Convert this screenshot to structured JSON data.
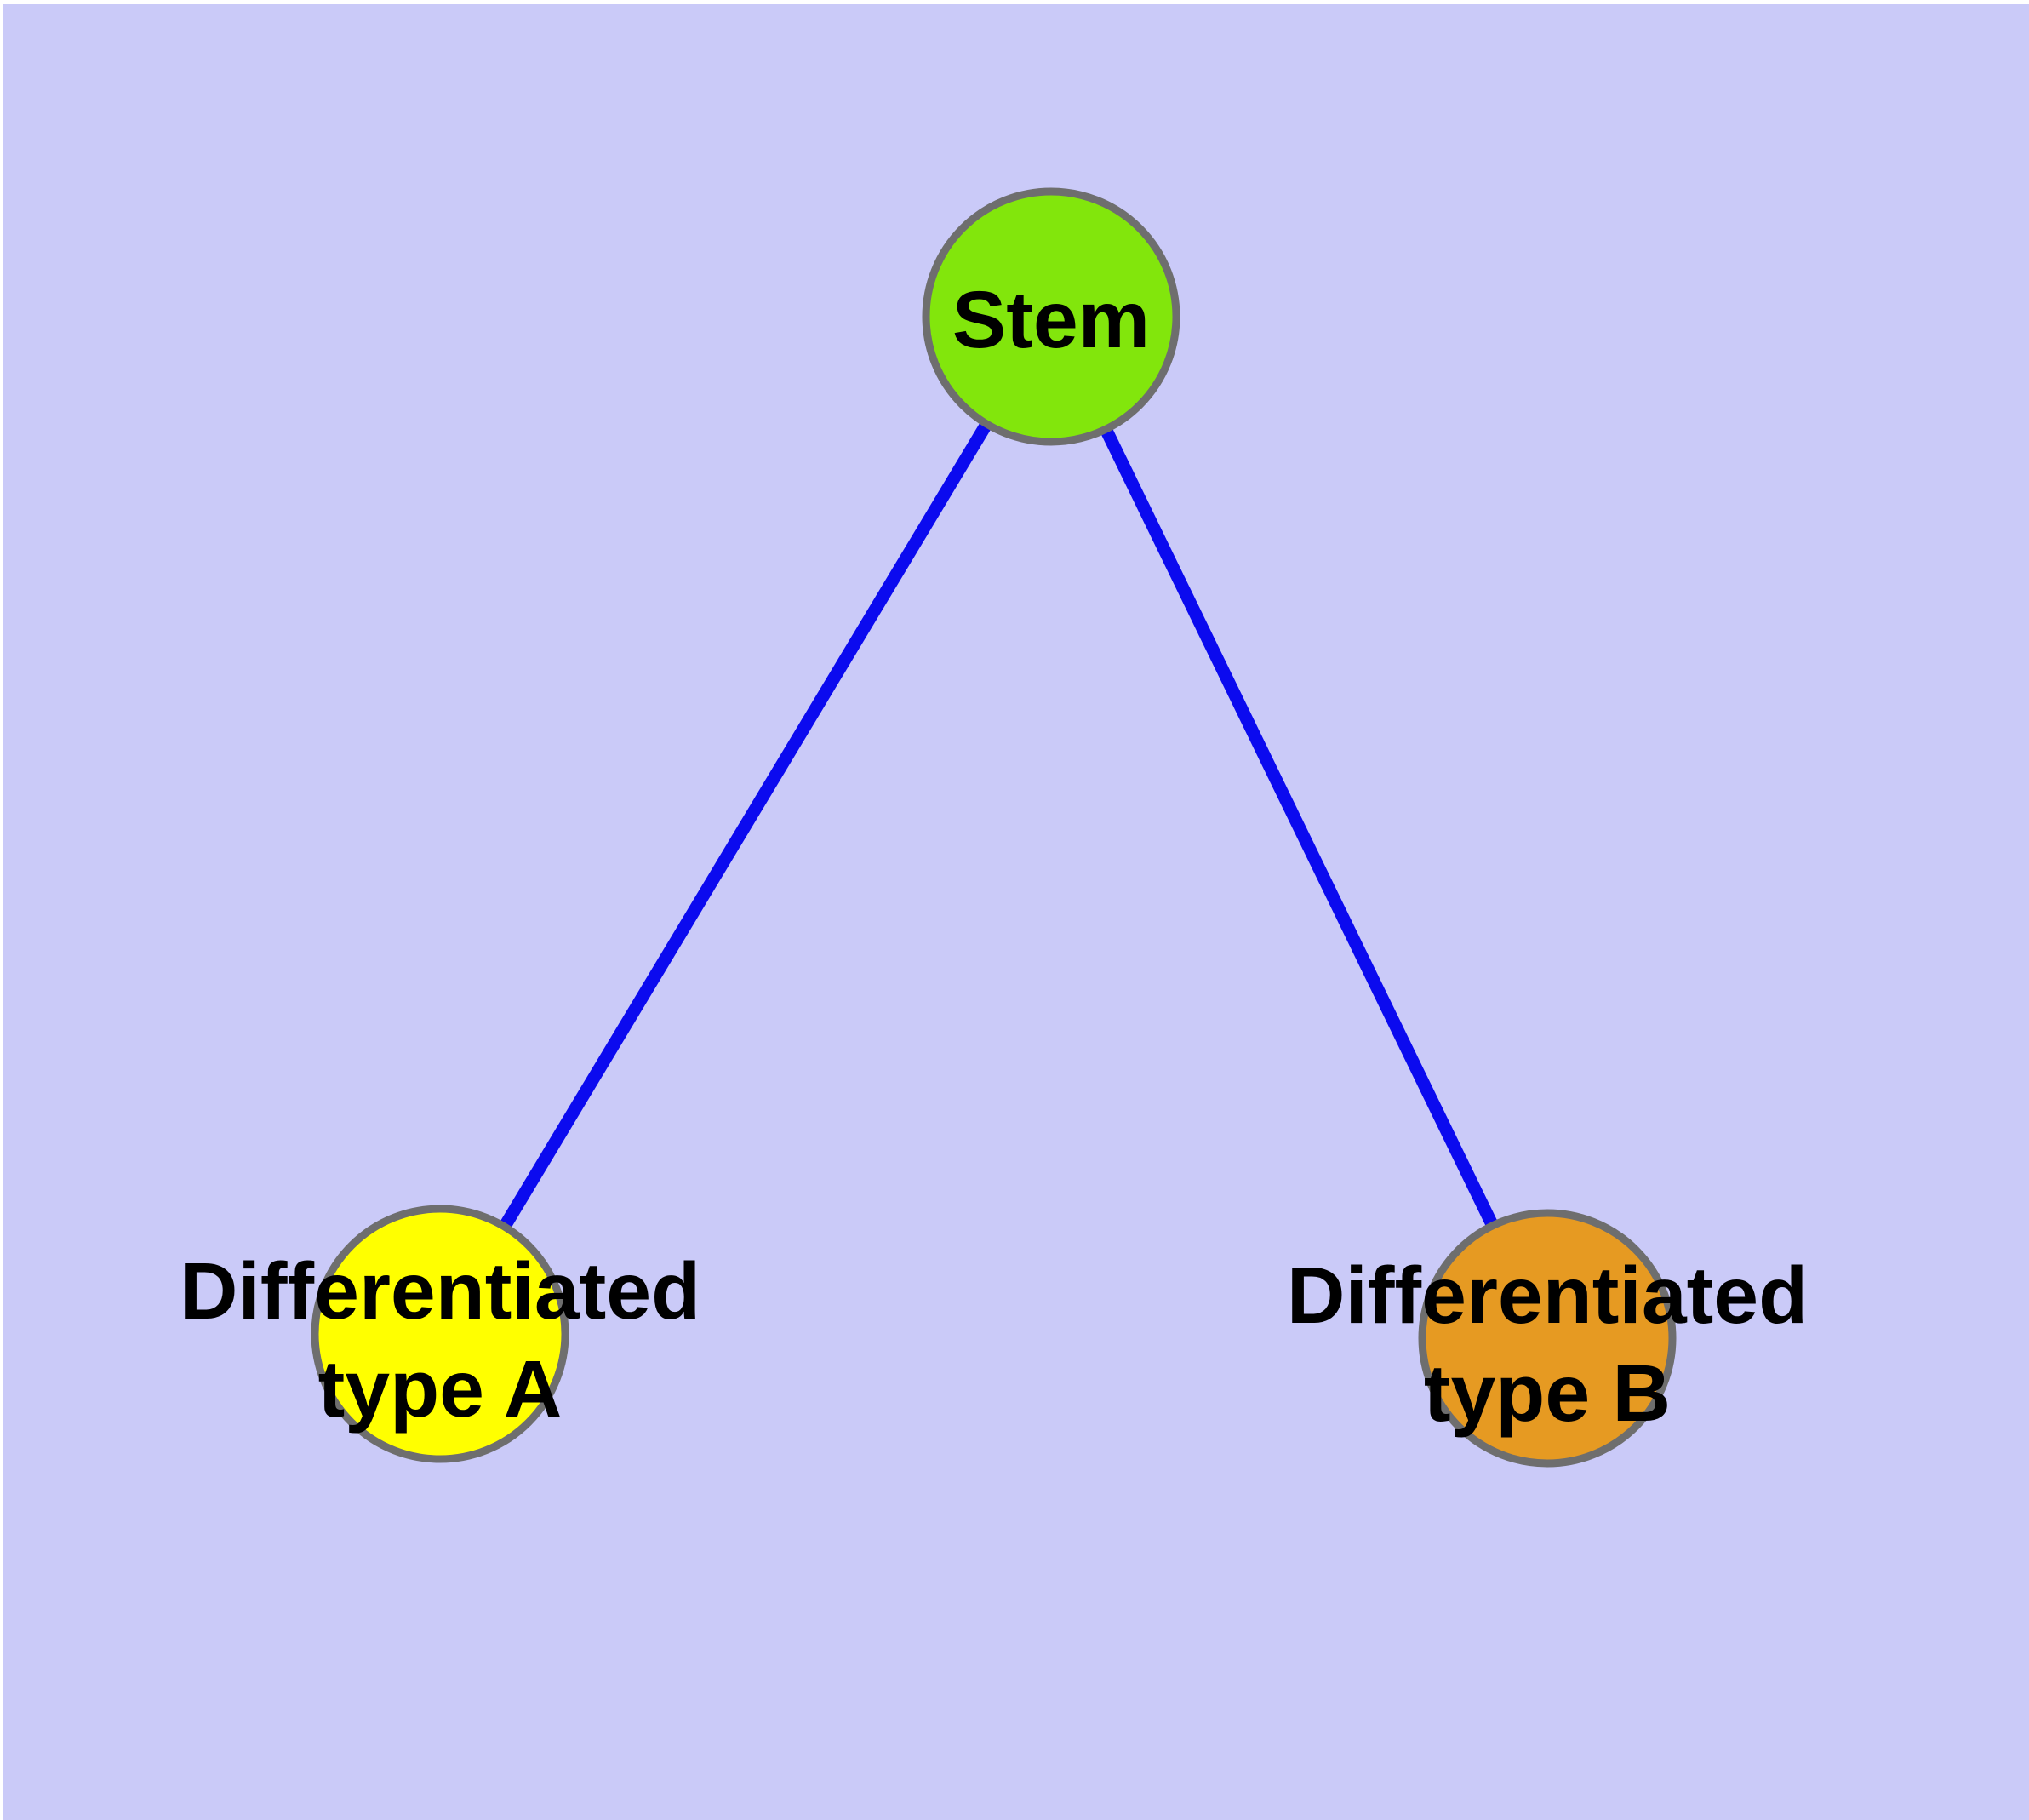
{
  "diagram": {
    "frame_color": "#FFFFFF",
    "background_color": "#CACAF8",
    "node_border_color": "#6E6E6E",
    "edge_color": "#0B0AEF",
    "label_color": "#000000",
    "nodes": {
      "stem": {
        "label": "Stem",
        "fill": "#82E60C"
      },
      "type_a": {
        "label_line1": "Differentiated",
        "label_line2": "type A",
        "fill": "#FFFF00"
      },
      "type_b": {
        "label_line1": "Differentiated",
        "label_line2": "type B",
        "fill": "#E69A22"
      }
    },
    "edges": [
      {
        "from": "Stem",
        "to": "Differentiated type A"
      },
      {
        "from": "Stem",
        "to": "Differentiated type B"
      }
    ]
  }
}
